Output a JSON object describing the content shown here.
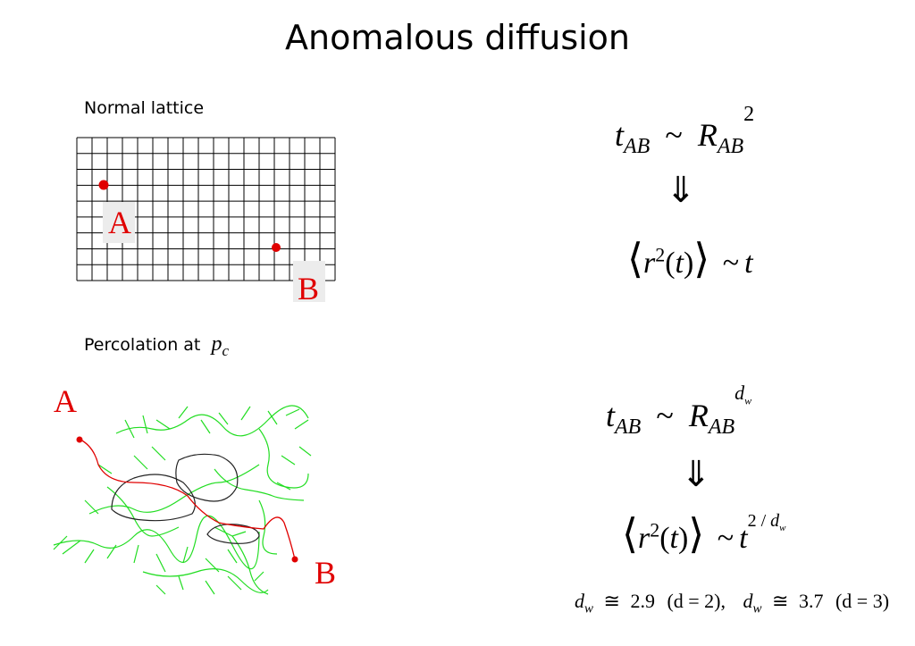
{
  "title": "Anomalous diffusion",
  "sections": {
    "normal_lattice_label": "Normal  lattice",
    "percolation_label": "Percolation at",
    "percolation_symbol": "p",
    "percolation_symbol_sub": "c"
  },
  "lattice": {
    "columns": 17,
    "rows": 9,
    "point_a_label": "A",
    "point_b_label": "B"
  },
  "percolation": {
    "point_a_label": "A",
    "point_b_label": "B"
  },
  "formulas": {
    "f1": {
      "t": "t",
      "sub": "AB",
      "sim": "~",
      "r": "R",
      "rsub": "AB",
      "exp": "2"
    },
    "f2": {
      "r": "r",
      "exp": "2",
      "t": "t",
      "sim": "~",
      "rhs": "t"
    },
    "f3": {
      "t": "t",
      "sub": "AB",
      "sim": "~",
      "r": "R",
      "rsub": "AB",
      "exp": "d",
      "expsub": "w"
    },
    "f4": {
      "r": "r",
      "exp": "2",
      "t": "t",
      "sim": "~",
      "rhs": "t",
      "rhsexp": "2 / ",
      "rhsexp_d": "d",
      "rhsexp_sub": "w"
    },
    "implies": "⇓",
    "dw_values": {
      "sym": "d",
      "sub": "w",
      "approx": "≅",
      "v1": "2.9",
      "c1": "(d = 2),",
      "v2": "3.7",
      "c2": "(d = 3)"
    }
  },
  "colors": {
    "red": "#e00000",
    "green": "#22dd22",
    "black": "#000000"
  }
}
